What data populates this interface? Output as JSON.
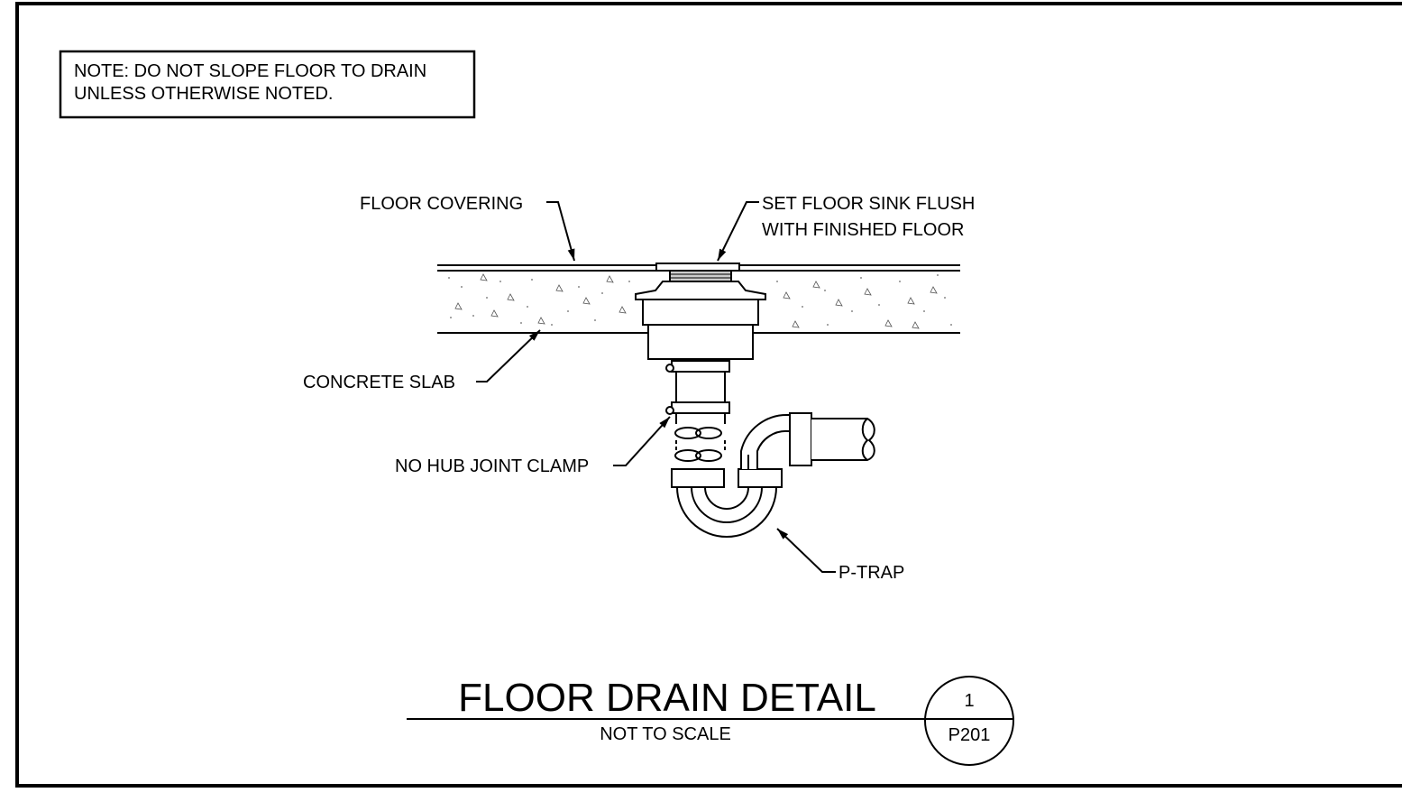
{
  "note": {
    "line1": "NOTE: DO NOT SLOPE FLOOR TO DRAIN",
    "line2": "UNLESS OTHERWISE NOTED."
  },
  "labels": {
    "floor_covering": "FLOOR COVERING",
    "set_flush_line1": "SET FLOOR SINK FLUSH",
    "set_flush_line2": "WITH FINISHED FLOOR",
    "concrete_slab": "CONCRETE SLAB",
    "no_hub_clamp": "NO HUB JOINT CLAMP",
    "p_trap": "P-TRAP"
  },
  "title_block": {
    "title": "FLOOR DRAIN DETAIL",
    "scale": "NOT TO SCALE",
    "detail_number": "1",
    "sheet_number": "P201"
  }
}
